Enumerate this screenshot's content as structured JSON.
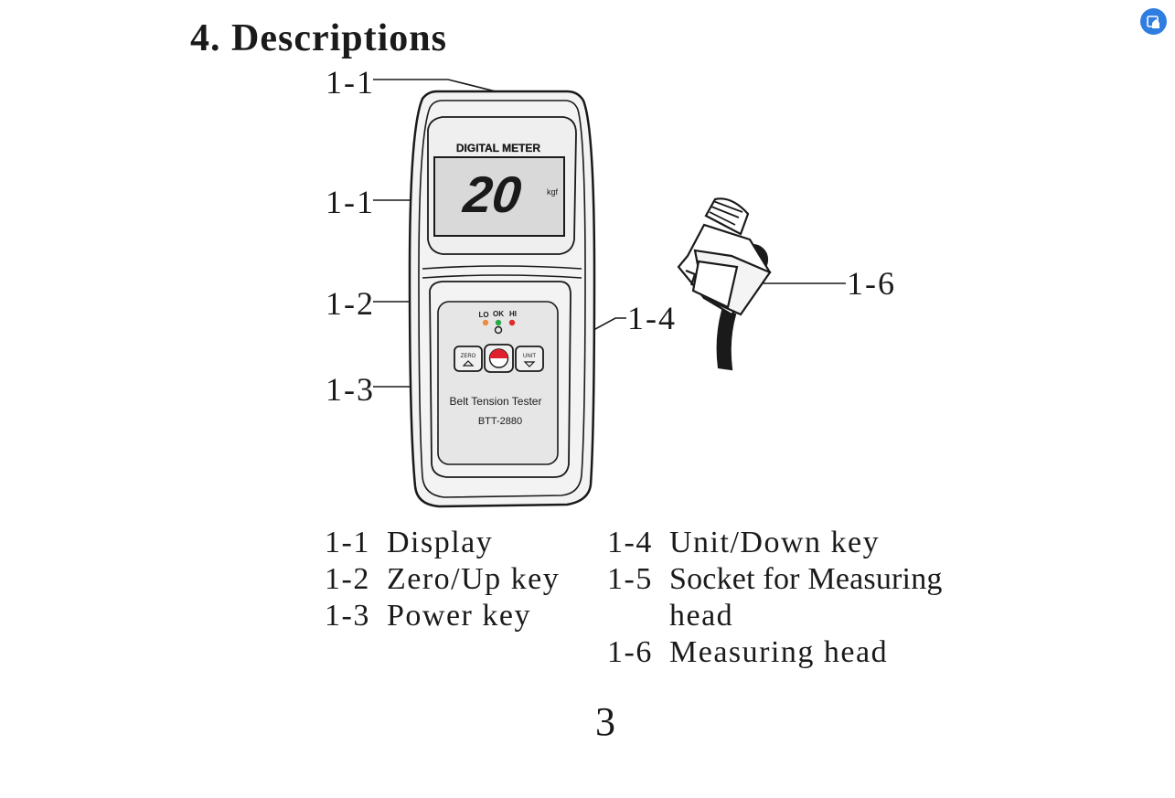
{
  "section_title": "4. Descriptions",
  "callouts": {
    "display_top": "1-1",
    "display_lcd": "1-1",
    "zero_key": "1-2",
    "power_key": "1-3",
    "unit_key": "1-4",
    "measuring_head": "1-6"
  },
  "device": {
    "brand_small": "",
    "brand": "DIGITAL METER",
    "lcd_reading": "20",
    "lcd_unit": "kgf",
    "led_labels": [
      "LO",
      "OK",
      "HI"
    ],
    "led_colors": [
      "#f08a3c",
      "#2aa84a",
      "#e02a2a"
    ],
    "key_zero_label": "ZERO",
    "key_unit_label": "UNIT",
    "model_name": "Belt Tension Tester",
    "model_number": "BTT-2880"
  },
  "legend": {
    "left": [
      {
        "num": "1-1",
        "text": "Display"
      },
      {
        "num": "1-2",
        "text": "Zero/Up key"
      },
      {
        "num": "1-3",
        "text": "Power key"
      }
    ],
    "right": [
      {
        "num": "1-4",
        "text": "Unit/Down key"
      },
      {
        "num": "1-5",
        "text": "Socket for Measuring"
      },
      {
        "num": "",
        "text": "head"
      },
      {
        "num": "1-6",
        "text": "Measuring head"
      }
    ]
  },
  "page_number": "3",
  "badge_icon": "app-badge-icon"
}
